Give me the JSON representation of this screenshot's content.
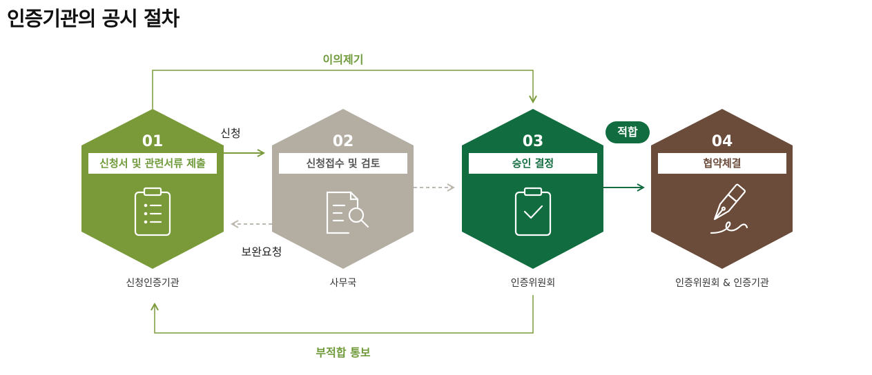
{
  "page": {
    "title": "인증기관의 공시 절차"
  },
  "flow": {
    "objection": "이의제기",
    "apply": "신청",
    "supplement": "보완요청",
    "suitable": "적합",
    "unsuitable_notice": "부적합 통보"
  },
  "steps": [
    {
      "number": "01",
      "name": "신청서 및 관련서류 제출",
      "actor": "신청인증기관",
      "color": "#7a9a3a",
      "text_color": "#6f9a3a",
      "icon": "clipboard-list-icon"
    },
    {
      "number": "02",
      "name": "신청접수 및 검토",
      "actor": "사무국",
      "color": "#b3ada2",
      "text_color": "#555555",
      "icon": "document-search-icon"
    },
    {
      "number": "03",
      "name": "승인 결정",
      "actor": "인증위원회",
      "color": "#116d3f",
      "text_color": "#116d3f",
      "icon": "clipboard-check-icon"
    },
    {
      "number": "04",
      "name": "협약체결",
      "actor": "인증위원회 & 인증기관",
      "color": "#6b4c3b",
      "text_color": "#6b4c3b",
      "icon": "fountain-pen-icon"
    }
  ],
  "colors": {
    "green": "#7a9a3a",
    "gray": "#b3ada2",
    "dark_green": "#116d3f",
    "brown": "#6b4c3b"
  }
}
